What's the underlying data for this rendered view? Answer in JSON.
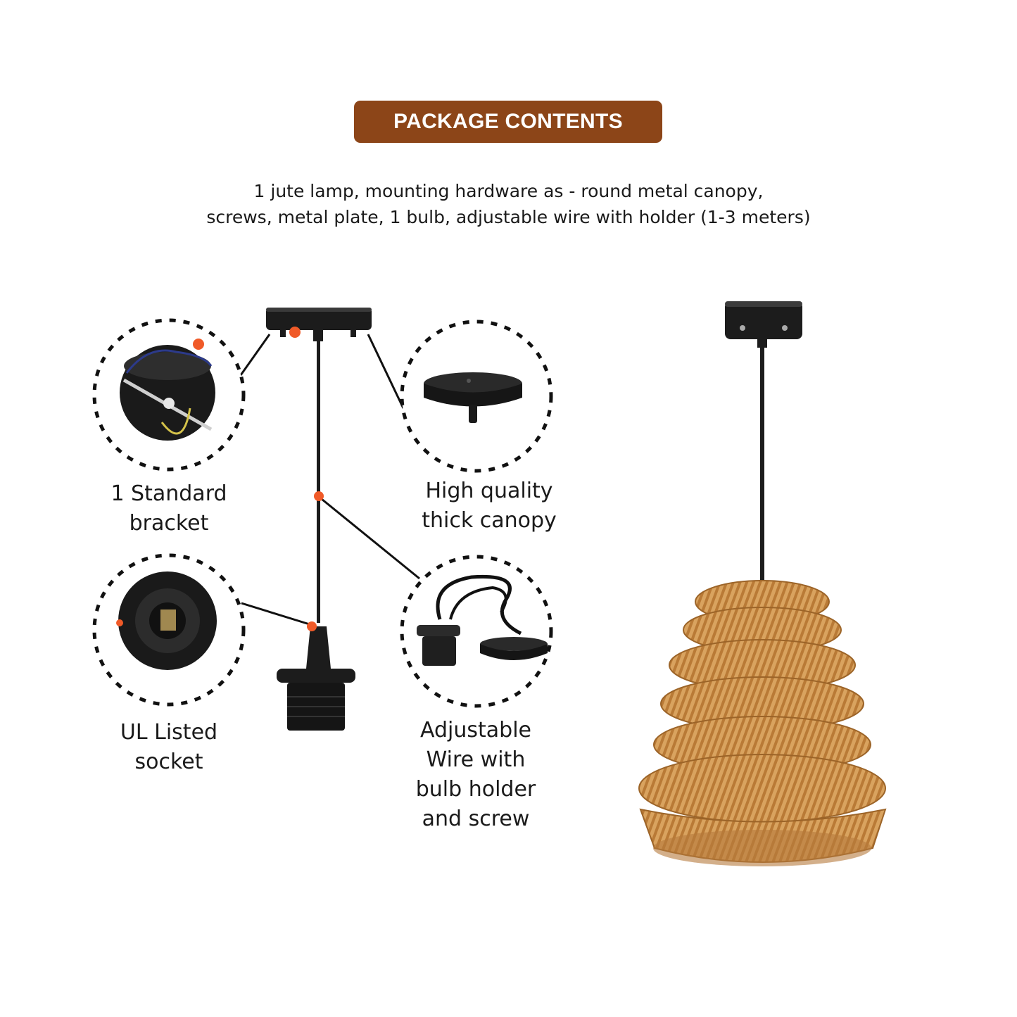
{
  "header": {
    "title": "PACKAGE CONTENTS"
  },
  "description": {
    "line1": "1 jute lamp, mounting hardware as - round metal canopy,",
    "line2": "screws, metal plate, 1 bulb, adjustable wire with holder (1-3 meters)"
  },
  "callouts": {
    "bracket": {
      "line1": "1 Standard",
      "line2": "bracket"
    },
    "canopy": {
      "line1": "High quality",
      "line2": "thick canopy"
    },
    "socket": {
      "line1": "UL Listed",
      "line2": "socket"
    },
    "wire": {
      "line1": "Adjustable",
      "line2": "Wire with",
      "line3": "bulb holder",
      "line4": "and screw"
    }
  },
  "colors": {
    "badge": "#8c4518",
    "marker": "#f05a28",
    "jute": "#c98a45",
    "metal": "#1c1c1c"
  }
}
